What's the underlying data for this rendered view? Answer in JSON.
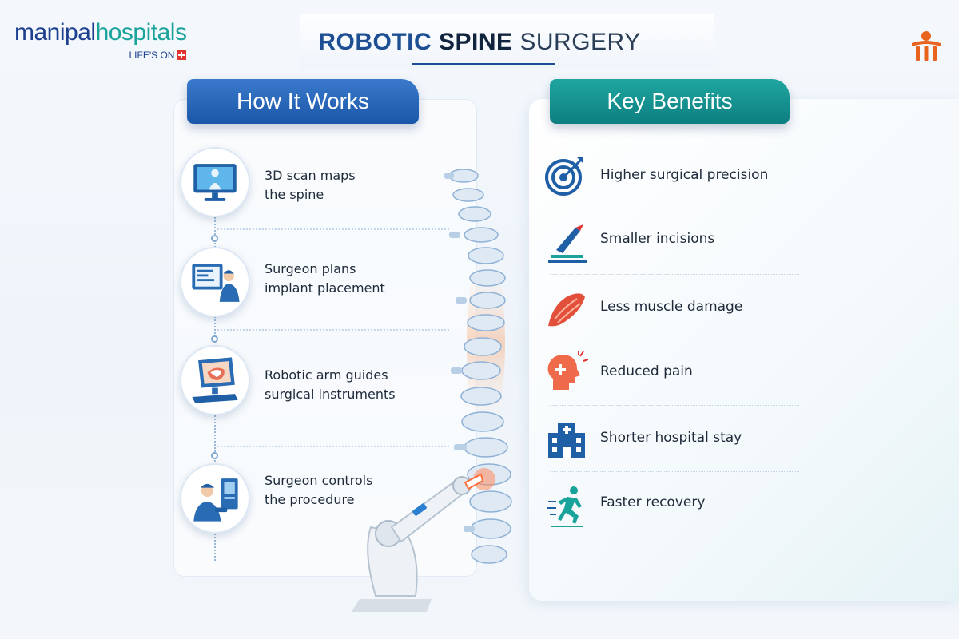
{
  "brand": {
    "name_part1": "manipal",
    "name_part2": "hospitals",
    "tagline": "LIFE'S ON"
  },
  "title": {
    "word1": "ROBOTIC",
    "word2": "SPINE",
    "word3": "SURGERY"
  },
  "how_it_works": {
    "heading": "How It Works",
    "steps": [
      {
        "line1": "3D scan maps",
        "line2": "the spine",
        "icon": "3d-scan-monitor-icon"
      },
      {
        "line1": "Surgeon plans",
        "line2": "implant placement",
        "icon": "surgeon-planning-icon"
      },
      {
        "line1": "Robotic arm guides",
        "line2": "surgical instruments",
        "icon": "robotic-arm-screen-icon"
      },
      {
        "line1": "Surgeon controls",
        "line2": "the procedure",
        "icon": "surgeon-console-icon"
      }
    ]
  },
  "key_benefits": {
    "heading": "Key Benefits",
    "items": [
      {
        "label": "Higher surgical precision",
        "icon": "target-icon"
      },
      {
        "label": "Smaller incisions",
        "icon": "scalpel-icon"
      },
      {
        "label": "Less muscle damage",
        "icon": "muscle-icon"
      },
      {
        "label": "Reduced pain",
        "icon": "head-pain-icon"
      },
      {
        "label": "Shorter hospital stay",
        "icon": "hospital-icon"
      },
      {
        "label": "Faster recovery",
        "icon": "running-person-icon"
      }
    ]
  },
  "colors": {
    "primary_blue": "#1d4f92",
    "teal": "#1aa39a",
    "accent_red": "#e0322f",
    "emblem_orange": "#e8641e"
  }
}
